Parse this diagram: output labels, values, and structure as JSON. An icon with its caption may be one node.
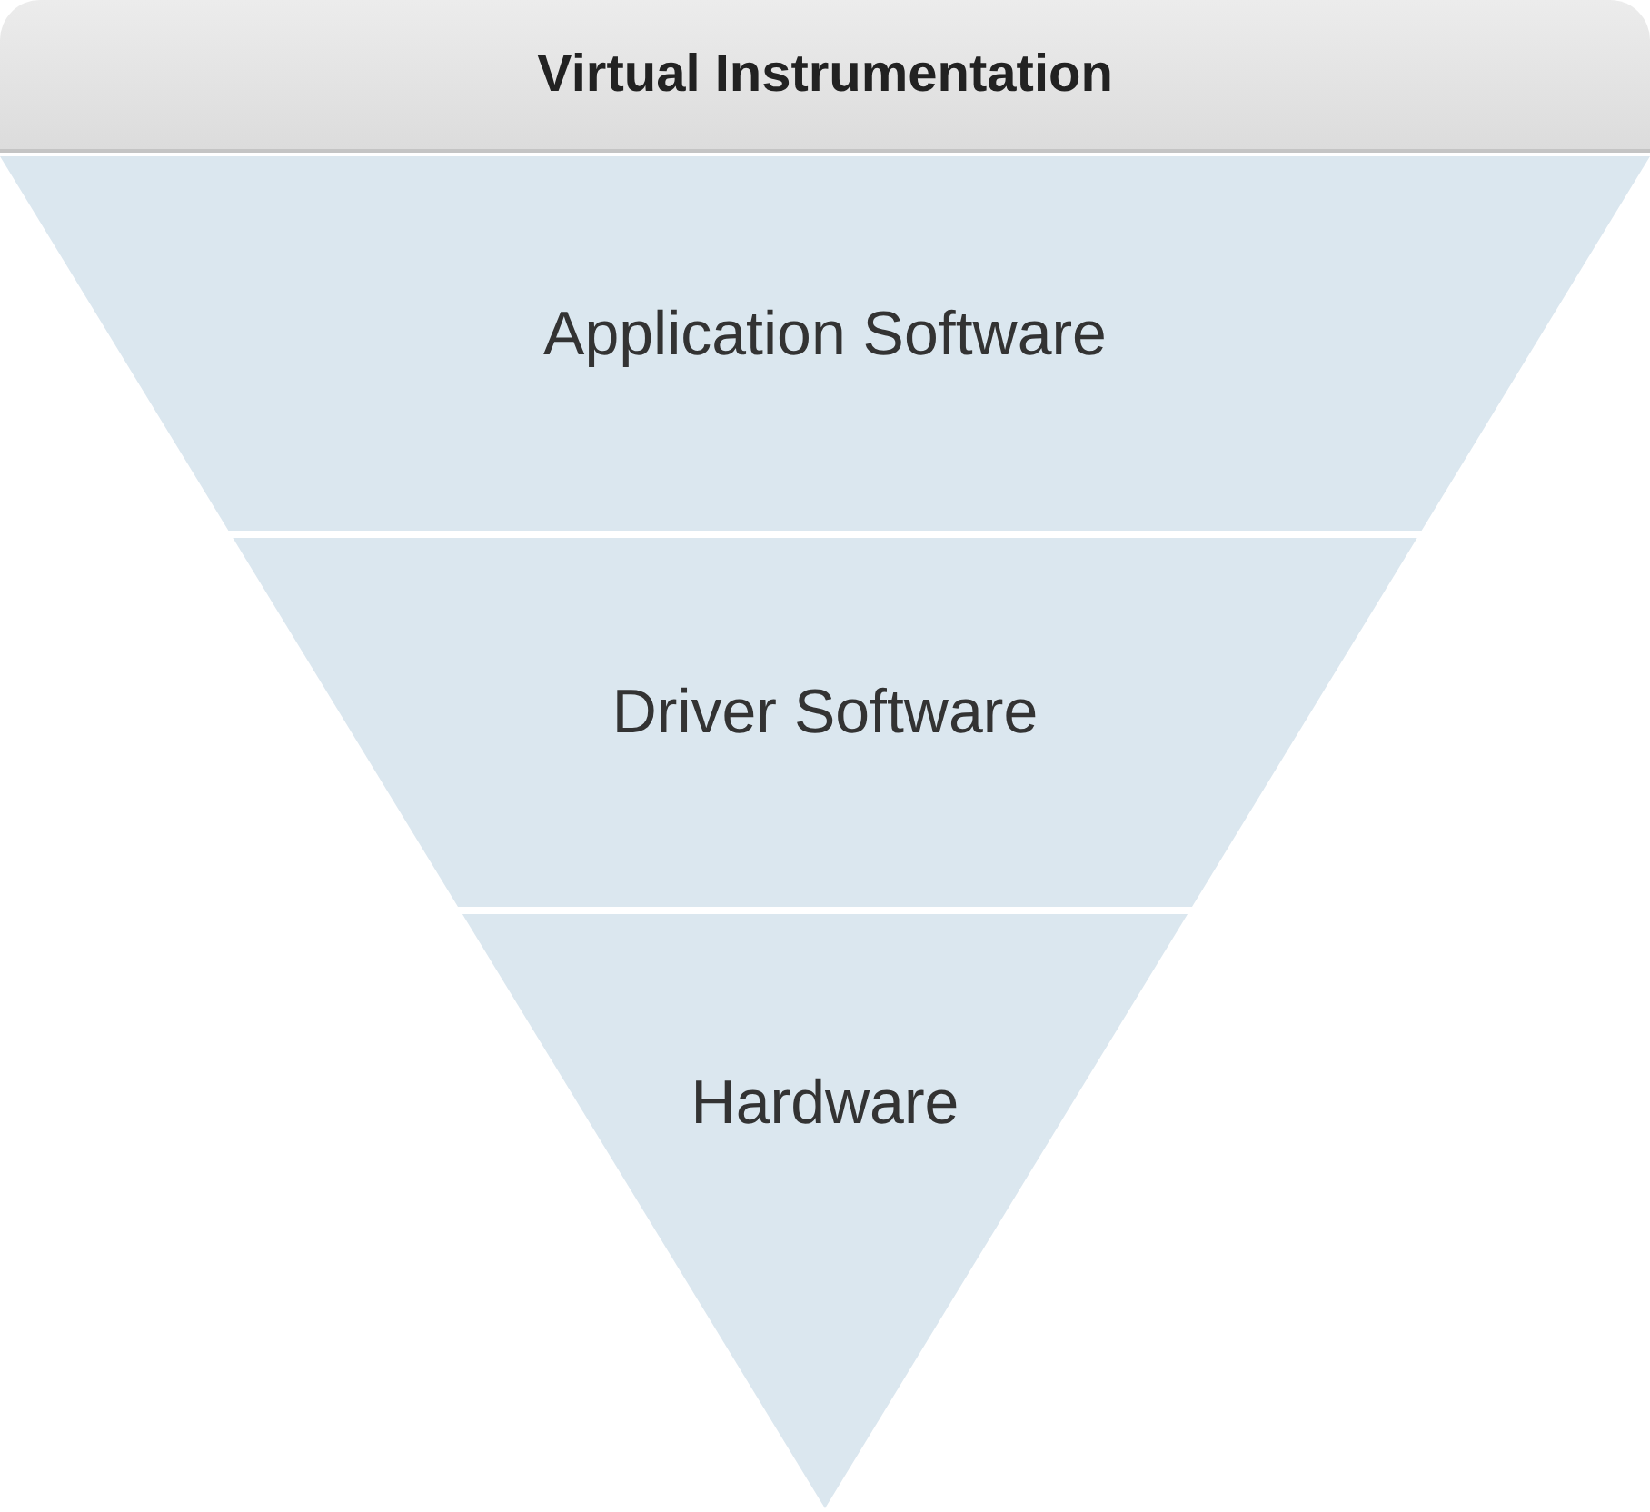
{
  "diagram": {
    "nodes": [
      {
        "text": [
          "Virtual Instrumentation"
        ]
      },
      {
        "text": [
          "Application Software"
        ]
      },
      {
        "text": [
          "Driver Software"
        ]
      },
      {
        "text": [
          "Hardware"
        ]
      }
    ]
  }
}
